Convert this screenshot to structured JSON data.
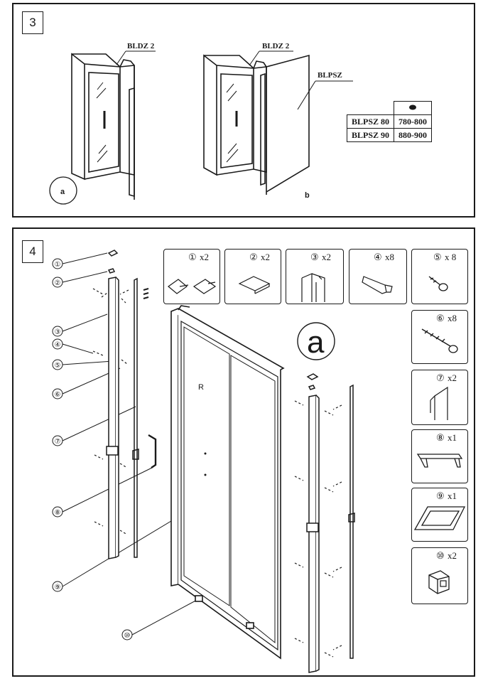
{
  "step3": {
    "step_number": "3",
    "label_bldz_left": "BLDZ 2",
    "label_bldz_right": "BLDZ 2",
    "label_blpsz": "BLPSZ",
    "variant_a": "a",
    "variant_b": "b",
    "table": {
      "header_icon": "dot-icon",
      "rows": [
        {
          "model": "BLPSZ 80",
          "range": "780-800"
        },
        {
          "model": "BLPSZ 90",
          "range": "880-900"
        }
      ]
    }
  },
  "step4": {
    "step_number": "4",
    "callouts": [
      "①",
      "②",
      "③",
      "④",
      "⑤",
      "⑥",
      "⑦",
      "⑧",
      "⑨",
      "⑩"
    ],
    "door_label": "R",
    "variant_label": "a",
    "parts": [
      {
        "num": "①",
        "qty": "x2",
        "icon": "cap-plates-icon"
      },
      {
        "num": "②",
        "qty": "x2",
        "icon": "cap-cover-icon"
      },
      {
        "num": "③",
        "qty": "x2",
        "icon": "wall-profile-icon"
      },
      {
        "num": "④",
        "qty": "x8",
        "icon": "wall-plug-icon"
      },
      {
        "num": "⑤",
        "qty": "x 8",
        "icon": "short-screw-icon"
      },
      {
        "num": "⑥",
        "qty": "x8",
        "icon": "long-screw-icon"
      },
      {
        "num": "⑦",
        "qty": "x2",
        "icon": "seal-strip-icon"
      },
      {
        "num": "⑧",
        "qty": "x1",
        "icon": "handle-icon"
      },
      {
        "num": "⑨",
        "qty": "x1",
        "icon": "glass-panel-icon"
      },
      {
        "num": "⑩",
        "qty": "x2",
        "icon": "stopper-block-icon"
      }
    ]
  }
}
